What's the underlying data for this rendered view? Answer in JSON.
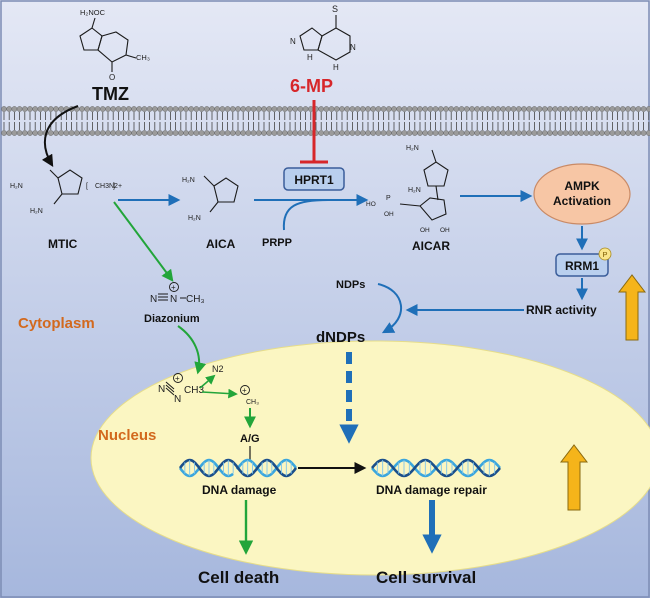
{
  "labels": {
    "tmz": "TMZ",
    "six_mp": "6-MP",
    "hprt1": "HPRT1",
    "mtic": "MTIC",
    "aica": "AICA",
    "prpp": "PRPP",
    "aicar": "AICAR",
    "ampk_line1": "AMPK",
    "ampk_line2": "Activation",
    "rrm1": "RRM1",
    "p_badge": "P",
    "ndps": "NDPs",
    "dndps": "dNDPs",
    "rnr_activity": "RNR activity",
    "cytoplasm": "Cytoplasm",
    "nucleus": "Nucleus",
    "diazonium": "Diazonium",
    "n2": "N2",
    "ag": "A/G",
    "dna_damage": "DNA damage",
    "dna_damage_repair": "DNA damage repair",
    "cell_death": "Cell death",
    "cell_survival": "Cell survival"
  },
  "chem_text": {
    "h2noc": "H₂NOC",
    "ch3": "CH₃",
    "ch3_plain": "CH3",
    "o": "O",
    "n": "N",
    "h": "H",
    "s": "S",
    "h2n": "H₂N",
    "nh2": "H₂N",
    "ch3n2": "CH3N2+",
    "oh": "OH",
    "ho": "HO",
    "p": "P",
    "plus": "+"
  },
  "colors": {
    "background_top": "#dde3f3",
    "background_bottom": "#a9b9de",
    "membrane_head": "#9b9b9b",
    "arrow_blue": "#1f6fb8",
    "arrow_green": "#22a53a",
    "inhibit_red": "#d7262a",
    "ampk_fill": "#f7c6a5",
    "hprt1_fill": "#b9cfee",
    "rrm1_fill": "#b9cfee",
    "nucleus_fill": "#fbf6c2",
    "cytoplasm_text": "#d2691e",
    "nucleus_text": "#d2691e",
    "up_arrow": "#f5b41a",
    "dna_blue": "#3ba6dd"
  }
}
